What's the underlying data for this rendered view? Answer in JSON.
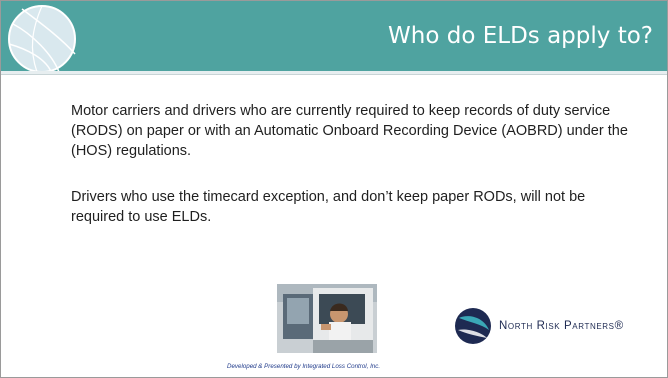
{
  "slide": {
    "title": "Who do ELDs apply to?",
    "paragraphs": [
      "Motor carriers and drivers who are currently required to keep records of duty service (RODS) on paper or with an Automatic Onboard Recording Device (AOBRD) under the (HOS) regulations.",
      "Drivers who use the timecard exception, and don’t keep paper RODs, will not be required to use ELDs."
    ],
    "credit": "Developed & Presented by Integrated Loss Control, Inc.",
    "logo_text": "North Risk Partners®",
    "colors": {
      "header": "#4fa3a0",
      "logo_navy": "#1e2a52",
      "logo_teal": "#3aa7b6"
    },
    "icons": {
      "header_graphic": "globe-icon",
      "logo": "north-risk-logo-icon",
      "photo": "truck-driver-photo"
    }
  }
}
